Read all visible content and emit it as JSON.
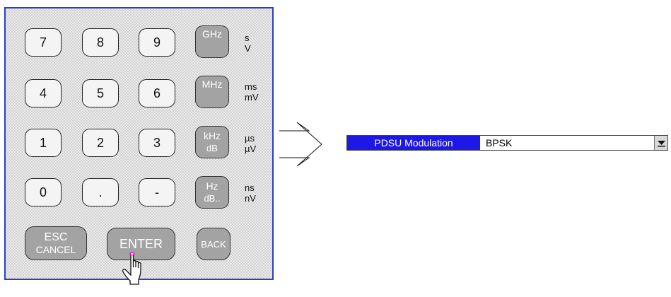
{
  "keypad": {
    "digits": [
      "7",
      "8",
      "9",
      "4",
      "5",
      "6",
      "1",
      "2",
      "3",
      "0",
      ".",
      "-"
    ],
    "units": [
      {
        "top": "GHz",
        "bottom": "",
        "side_top": "s",
        "side_bottom": "V"
      },
      {
        "top": "MHz",
        "bottom": "",
        "side_top": "ms",
        "side_bottom": "mV"
      },
      {
        "top": "kHz",
        "bottom": "dB",
        "side_top": "µs",
        "side_bottom": "µV"
      },
      {
        "top": "Hz",
        "bottom": "dB..",
        "side_top": "ns",
        "side_bottom": "nV"
      }
    ],
    "controls": {
      "esc_top": "ESC",
      "esc_bottom": "CANCEL",
      "enter": "ENTER",
      "back": "BACK"
    }
  },
  "field": {
    "label": "PDSU Modulation",
    "value": "BPSK"
  },
  "colors": {
    "panel_border": "#2b3fbf",
    "field_label_bg": "#1e18e6",
    "unit_key_bg": "#a3a3a3"
  }
}
